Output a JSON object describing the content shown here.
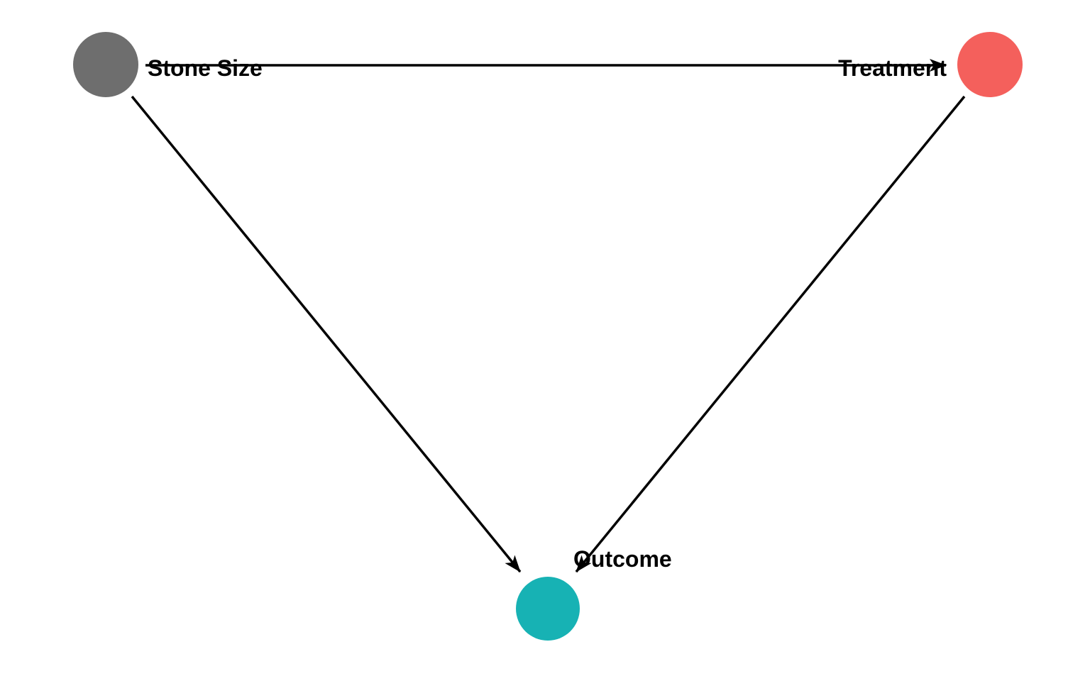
{
  "diagram": {
    "type": "causal-dag",
    "background_color": "#ffffff",
    "edge_color": "#000000",
    "label_color": "#000000",
    "nodes": [
      {
        "id": "stone-size",
        "label": "Stone Size",
        "color": "#6e6e6e",
        "position": "top-left"
      },
      {
        "id": "treatment",
        "label": "Treatment",
        "color": "#f4605c",
        "position": "top-right"
      },
      {
        "id": "outcome",
        "label": "Outcome",
        "color": "#17b2b4",
        "position": "bottom-center"
      }
    ],
    "edges": [
      {
        "from": "Stone Size",
        "to": "Treatment"
      },
      {
        "from": "Stone Size",
        "to": "Outcome"
      },
      {
        "from": "Treatment",
        "to": "Outcome"
      }
    ]
  }
}
